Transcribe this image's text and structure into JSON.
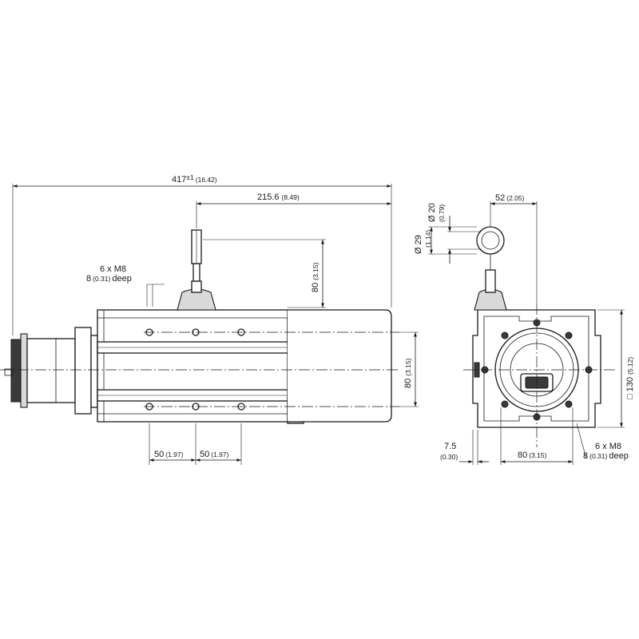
{
  "side_view": {
    "overall_length": {
      "value": "417",
      "tol": "±1",
      "inch": "(16.42)"
    },
    "draw_offset": {
      "value": "215.6",
      "inch": "(8.49)"
    },
    "wire_height": {
      "value": "80",
      "inch": "(3.15)"
    },
    "hole_spacing": {
      "value": "80",
      "inch": "(3.15)"
    },
    "thread_note": {
      "line1": "6 x M8",
      "value": "8",
      "inch": "(0.31)",
      "suffix": "deep"
    },
    "pitch_1": {
      "value": "50",
      "inch": "(1.97)"
    },
    "pitch_2": {
      "value": "50",
      "inch": "(1.97)"
    }
  },
  "front_view": {
    "eyelet_offset": {
      "value": "52",
      "inch": "(2.05)"
    },
    "bore": {
      "value": "Ø 20",
      "inch": "(0.79)"
    },
    "ring": {
      "value": "Ø 29",
      "inch": "(1.14)"
    },
    "square": {
      "symbol": "□",
      "value": "130",
      "inch": "(5.12)"
    },
    "edge_offset": {
      "value": "7.5",
      "inch": "(0.30)"
    },
    "hole_spacing": {
      "value": "80",
      "inch": "(3.15)"
    },
    "thread_note": {
      "line1": "6 x M8",
      "value": "8",
      "inch": "(0.31)",
      "suffix": "deep"
    }
  }
}
